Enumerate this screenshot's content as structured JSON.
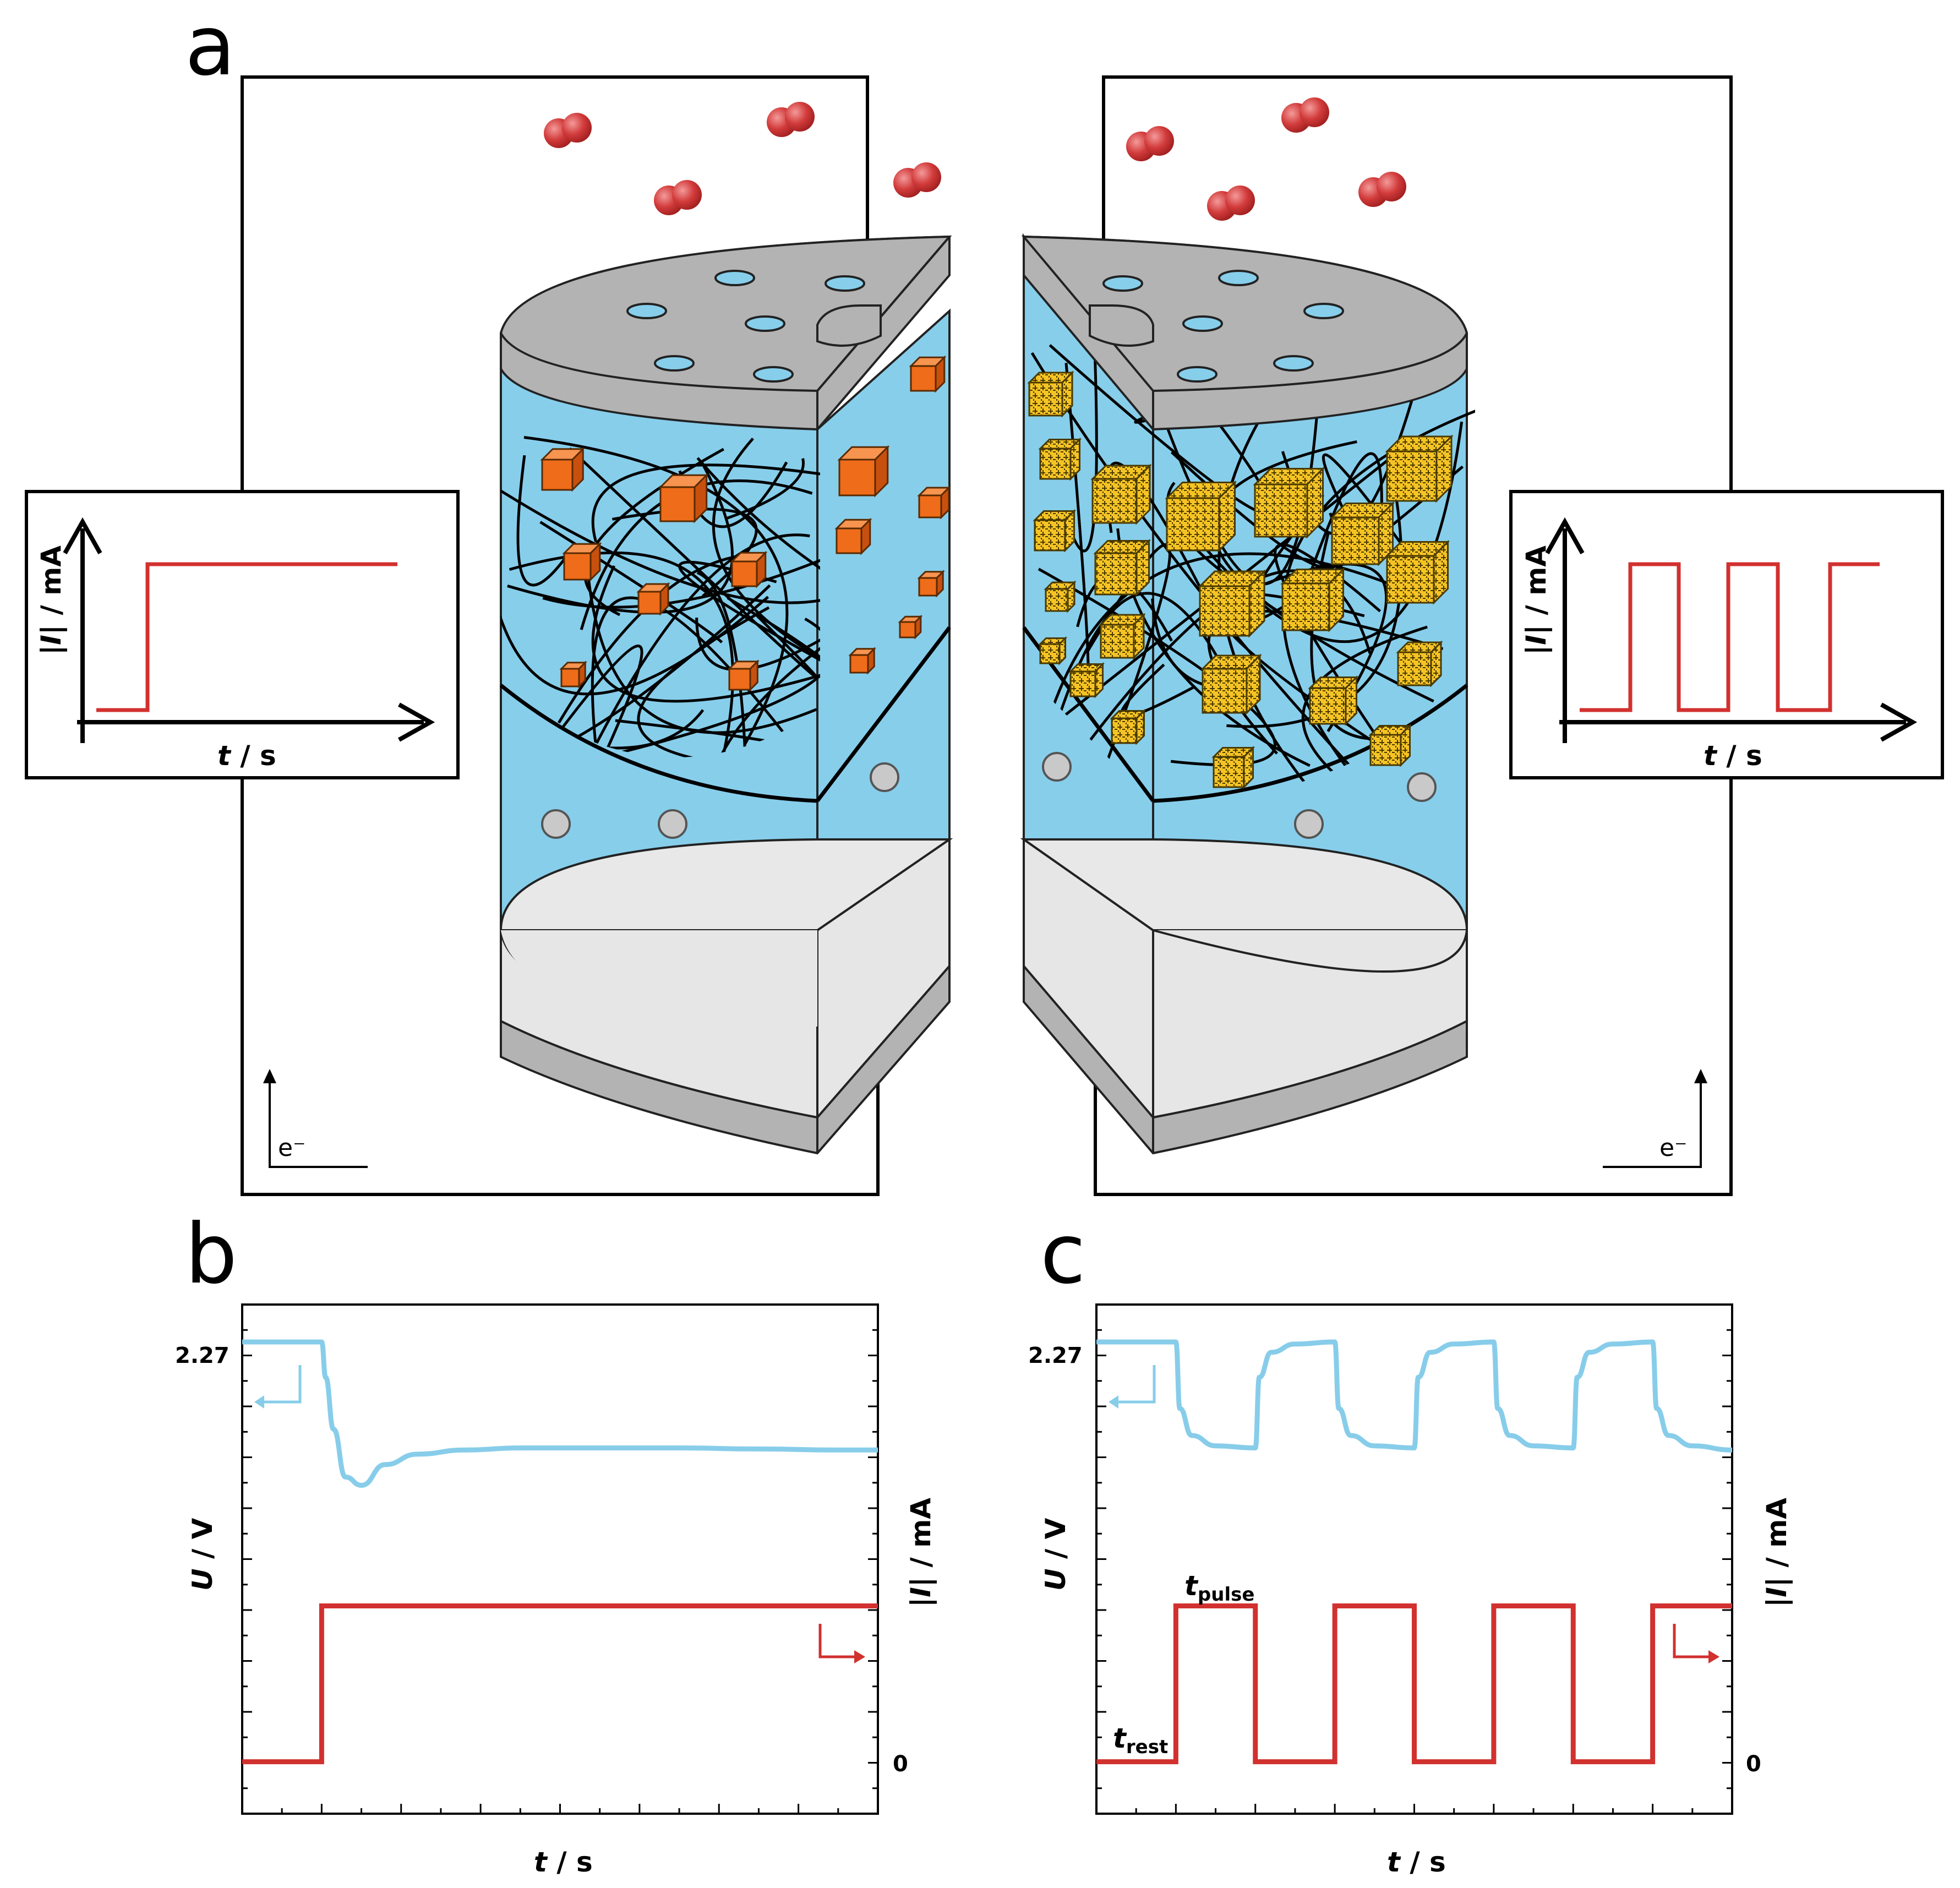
{
  "panels": {
    "a": "a",
    "b": "b",
    "c": "c"
  },
  "colors": {
    "voltage": "#87cdea",
    "current": "#d1312f",
    "electrolyte": "#87ceeb",
    "cap": "#b3b3b3",
    "separator": "#e6e6e6",
    "orange_crystal": "#ef6c1a",
    "gold_crystal": "#f5c324",
    "o2": "#d23b3b"
  },
  "icons": {
    "o2": "oxygen-molecule-icon",
    "pore": "cap-hole-icon",
    "bubble": "gas-bubble-icon"
  },
  "electron_label": "e⁻",
  "inset_left": {
    "ylabel_pipe": "|",
    "ylabel_I": "I",
    "ylabel_tail": "| / mA",
    "xlabel_t": "t",
    "xlabel_tail": " / s"
  },
  "inset_right": {
    "ylabel_pipe": "|",
    "ylabel_I": "I",
    "ylabel_tail": "| / mA",
    "xlabel_t": "t",
    "xlabel_tail": " / s"
  },
  "chart_data": [
    {
      "type": "line",
      "panel": "b",
      "xlabel_t": "t",
      "xlabel_tail": " / s",
      "ylabel_left_U": "U",
      "ylabel_left_tail": " / V",
      "ylabel_right_pipe": "|",
      "ylabel_right_I": "I",
      "ylabel_right_tail": "| / mA",
      "left_ticks": [
        "2.27"
      ],
      "right_ticks": [
        "0"
      ],
      "x_range": [
        0,
        8
      ],
      "voltage_range": [
        0.0,
        2.45
      ],
      "current_range": [
        -0.25,
        2.2
      ],
      "series": [
        {
          "role": "voltage",
          "x": [
            0,
            1.0,
            1.05,
            1.15,
            1.3,
            1.5,
            1.8,
            2.2,
            2.8,
            3.5,
            4.5,
            5.5,
            6.5,
            7.5,
            8
          ],
          "y": [
            2.27,
            2.27,
            2.1,
            1.85,
            1.62,
            1.58,
            1.68,
            1.73,
            1.75,
            1.76,
            1.76,
            1.76,
            1.755,
            1.75,
            1.75
          ]
        },
        {
          "role": "current",
          "x": [
            0,
            1.0,
            1.0,
            8
          ],
          "y": [
            0,
            0,
            0.75,
            0.75
          ]
        }
      ]
    },
    {
      "type": "line",
      "panel": "c",
      "xlabel_t": "t",
      "xlabel_tail": " / s",
      "ylabel_left_U": "U",
      "ylabel_left_tail": " / V",
      "ylabel_right_pipe": "|",
      "ylabel_right_I": "I",
      "ylabel_right_tail": "| / mA",
      "left_ticks": [
        "2.27"
      ],
      "right_ticks": [
        "0"
      ],
      "annotations": [
        {
          "main": "t",
          "subscript": "pulse"
        },
        {
          "main": "t",
          "subscript": "rest"
        }
      ],
      "x_range": [
        0,
        8
      ],
      "voltage_range": [
        0.0,
        2.45
      ],
      "current_range": [
        -0.25,
        2.2
      ],
      "series": [
        {
          "role": "voltage",
          "x": [
            0,
            1,
            1.05,
            1.2,
            1.5,
            2,
            2.05,
            2.2,
            2.5,
            3,
            3.05,
            3.2,
            3.5,
            4,
            4.05,
            4.2,
            4.5,
            5,
            5.05,
            5.2,
            5.5,
            6,
            6.05,
            6.2,
            6.5,
            7,
            7.05,
            7.2,
            7.5,
            8
          ],
          "y": [
            2.27,
            2.27,
            1.95,
            1.82,
            1.77,
            1.76,
            2.1,
            2.22,
            2.26,
            2.27,
            1.95,
            1.82,
            1.77,
            1.76,
            2.1,
            2.22,
            2.26,
            2.27,
            1.95,
            1.82,
            1.77,
            1.76,
            2.1,
            2.22,
            2.26,
            2.27,
            1.95,
            1.82,
            1.77,
            1.75
          ]
        },
        {
          "role": "current",
          "x": [
            0,
            1,
            1,
            2,
            2,
            3,
            3,
            4,
            4,
            5,
            5,
            6,
            6,
            7,
            7,
            8
          ],
          "y": [
            0,
            0,
            0.75,
            0.75,
            0,
            0,
            0.75,
            0.75,
            0,
            0,
            0.75,
            0.75,
            0,
            0,
            0.75,
            0.75
          ]
        }
      ]
    }
  ]
}
